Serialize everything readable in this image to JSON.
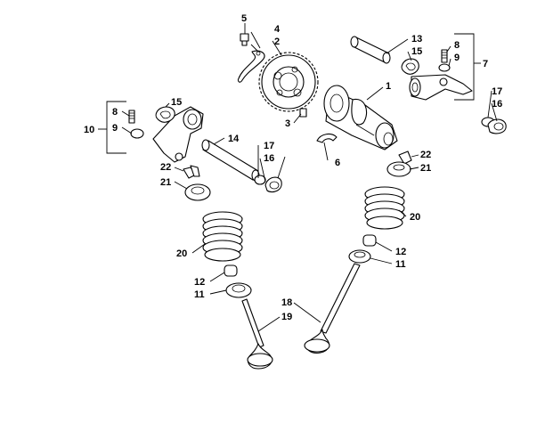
{
  "callouts": [
    {
      "id": "c5",
      "text": "5"
    },
    {
      "id": "c4",
      "text": "4"
    },
    {
      "id": "c2",
      "text": "2"
    },
    {
      "id": "c13",
      "text": "13"
    },
    {
      "id": "c15a",
      "text": "15"
    },
    {
      "id": "c8a",
      "text": "8"
    },
    {
      "id": "c9a",
      "text": "9"
    },
    {
      "id": "c7",
      "text": "7"
    },
    {
      "id": "c1",
      "text": "1"
    },
    {
      "id": "c17a",
      "text": "17"
    },
    {
      "id": "c16a",
      "text": "16"
    },
    {
      "id": "c15b",
      "text": "15"
    },
    {
      "id": "c8b",
      "text": "8"
    },
    {
      "id": "c9b",
      "text": "9"
    },
    {
      "id": "c10",
      "text": "10"
    },
    {
      "id": "c3",
      "text": "3"
    },
    {
      "id": "c14",
      "text": "14"
    },
    {
      "id": "c17b",
      "text": "17"
    },
    {
      "id": "c16b",
      "text": "16"
    },
    {
      "id": "c6",
      "text": "6"
    },
    {
      "id": "c22a",
      "text": "22"
    },
    {
      "id": "c21a",
      "text": "21"
    },
    {
      "id": "c22b",
      "text": "22"
    },
    {
      "id": "c21b",
      "text": "21"
    },
    {
      "id": "c20a",
      "text": "20"
    },
    {
      "id": "c20b",
      "text": "20"
    },
    {
      "id": "c12a",
      "text": "12"
    },
    {
      "id": "c11a",
      "text": "11"
    },
    {
      "id": "c12b",
      "text": "12"
    },
    {
      "id": "c11b",
      "text": "11"
    },
    {
      "id": "c18",
      "text": "18"
    },
    {
      "id": "c19",
      "text": "19"
    }
  ]
}
